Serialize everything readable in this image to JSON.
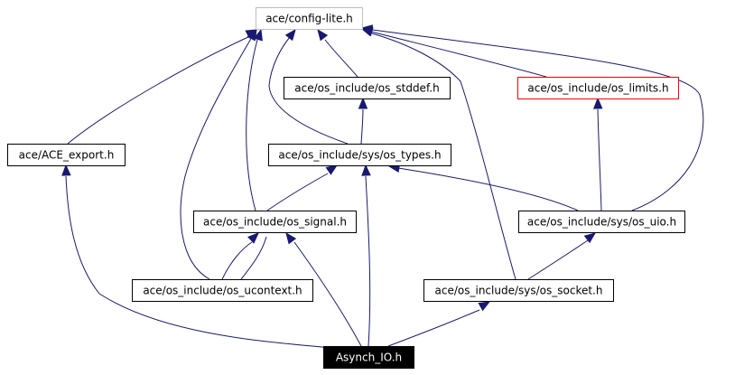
{
  "colors": {
    "edge": "#191970",
    "default_border": "#000000",
    "greyed_border": "#bfbfbf",
    "truncated_border": "#ff0000",
    "selected_fill": "#000000",
    "selected_text": "#ffffff"
  },
  "nodes": [
    {
      "id": "config_lite",
      "label": "ace/config-lite.h",
      "style": "greyed"
    },
    {
      "id": "os_stddef",
      "label": "ace/os_include/os_stddef.h",
      "style": "normal"
    },
    {
      "id": "os_limits",
      "label": "ace/os_include/os_limits.h",
      "style": "truncated"
    },
    {
      "id": "ace_export",
      "label": "ace/ACE_export.h",
      "style": "normal"
    },
    {
      "id": "os_types",
      "label": "ace/os_include/sys/os_types.h",
      "style": "normal"
    },
    {
      "id": "os_signal",
      "label": "ace/os_include/os_signal.h",
      "style": "normal"
    },
    {
      "id": "os_uio",
      "label": "ace/os_include/sys/os_uio.h",
      "style": "normal"
    },
    {
      "id": "os_ucontext",
      "label": "ace/os_include/os_ucontext.h",
      "style": "normal"
    },
    {
      "id": "os_socket",
      "label": "ace/os_include/sys/os_socket.h",
      "style": "normal"
    },
    {
      "id": "asynch_io",
      "label": "Asynch_IO.h",
      "style": "selected"
    }
  ],
  "edges": [
    {
      "from": "ace_export",
      "to": "config_lite"
    },
    {
      "from": "os_signal",
      "to": "config_lite"
    },
    {
      "from": "os_ucontext",
      "to": "config_lite"
    },
    {
      "from": "os_types",
      "to": "config_lite"
    },
    {
      "from": "os_stddef",
      "to": "config_lite"
    },
    {
      "from": "os_limits",
      "to": "config_lite"
    },
    {
      "from": "os_uio",
      "to": "config_lite"
    },
    {
      "from": "os_socket",
      "to": "config_lite"
    },
    {
      "from": "os_types",
      "to": "os_stddef"
    },
    {
      "from": "os_uio",
      "to": "os_limits"
    },
    {
      "from": "os_signal",
      "to": "os_types"
    },
    {
      "from": "os_uio",
      "to": "os_types"
    },
    {
      "from": "asynch_io",
      "to": "os_types"
    },
    {
      "from": "os_ucontext",
      "to": "os_signal"
    },
    {
      "from": "asynch_io",
      "to": "os_signal"
    },
    {
      "from": "os_socket",
      "to": "os_uio"
    },
    {
      "from": "asynch_io",
      "to": "os_socket"
    },
    {
      "from": "asynch_io",
      "to": "ace_export"
    }
  ]
}
